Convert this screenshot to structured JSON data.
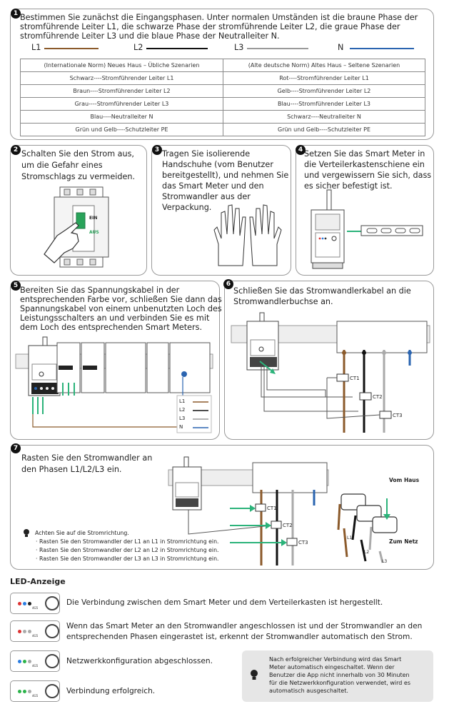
{
  "step1": {
    "number": "1",
    "text_lines": [
      "Bestimmen Sie zunächst die Eingangsphasen. Unter normalen Umständen ist die braune Phase der",
      "stromführende Leiter L1, die schwarze Phase der stromführende Leiter L2, die graue Phase der",
      "stromführende Leiter L3 und die blaue Phase der Neutralleiter N."
    ],
    "legend": [
      {
        "label": "L1",
        "color": "#8B5A2B"
      },
      {
        "label": "L2",
        "color": "#111111"
      },
      {
        "label": "L3",
        "color": "#9a9a9a"
      },
      {
        "label": "N",
        "color": "#2a64b0"
      }
    ],
    "table": {
      "headers": [
        "(Internationale Norm) Neues Haus – Übliche Szenarien",
        "(Alte deutsche Norm) Altes Haus – Seltene Szenarien"
      ],
      "rows": [
        [
          "Schwarz----Stromführender Leiter L1",
          "Rot----Stromführender Leiter L1"
        ],
        [
          "Braun----Stromführender Leiter L2",
          "Gelb----Stromführender Leiter L2"
        ],
        [
          "Grau----Stromführender Leiter L3",
          "Blau----Stromführender Leiter L3"
        ],
        [
          "Blau----Neutralleiter N",
          "Schwarz----Neutralleiter N"
        ],
        [
          "Grün und Gelb----Schutzleiter PE",
          "Grün und Gelb----Schutzleiter PE"
        ]
      ]
    }
  },
  "step2": {
    "number": "2",
    "text_lines": [
      "Schalten Sie den Strom aus,",
      "um die Gefahr eines",
      "Stromschlags zu vermeiden."
    ],
    "switch_on": "EIN",
    "switch_off": "AUS"
  },
  "step3": {
    "number": "3",
    "text_lines": [
      "Tragen Sie isolierende",
      "Handschuhe (vom Benutzer",
      "bereitgestellt), und nehmen Sie",
      "das Smart Meter und den",
      "Stromwandler aus der",
      "Verpackung."
    ]
  },
  "step4": {
    "number": "4",
    "text_lines": [
      "Setzen Sie das Smart Meter in",
      "die Verteilerkastenschiene ein",
      "und vergewissern Sie sich, dass",
      "es sicher befestigt ist."
    ]
  },
  "step5": {
    "number": "5",
    "text_lines": [
      "Bereiten Sie das Spannungskabel in der",
      "entsprechenden Farbe vor, schließen Sie dann das",
      "Spannungskabel von einem unbenutzten Loch des",
      "Leistungsschalters an und verbinden Sie es mit",
      "dem Loch des entsprechenden Smart Meters."
    ],
    "legend": [
      "L1",
      "L2",
      "L3",
      "N"
    ]
  },
  "step6": {
    "number": "6",
    "text_lines": [
      "Schließen Sie das Stromwandlerkabel an die",
      "Stromwandlerbuchse an."
    ],
    "ct_labels": [
      "CT1",
      "CT2",
      "CT3"
    ]
  },
  "step7": {
    "number": "7",
    "text_lines": [
      "Rasten Sie den Stromwandler an",
      "den Phasen L1/L2/L3 ein."
    ],
    "ct_labels": [
      "CT1",
      "CT2",
      "CT3"
    ],
    "vom_haus": "Vom Haus",
    "zum_netz": "Zum Netz",
    "phase_labels": [
      "L1",
      "L2",
      "L3"
    ],
    "tips": [
      "Achten Sie auf die Stromrichtung.",
      "· Rasten Sie den Stromwandler der L1 an L1 in Stromrichtung ein.",
      "· Rasten Sie den Stromwandler der L2 an L2 in Stromrichtung ein.",
      "· Rasten Sie den Stromwandler der L3 an L3 in Stromrichtung ein."
    ]
  },
  "led": {
    "title": "LED-Anzeige",
    "box_label": "4G5",
    "items": [
      {
        "lines": [
          "Die Verbindung zwischen dem Smart Meter und dem Verteilerkasten ist hergestellt."
        ],
        "dots": [
          "#d33",
          "#2a7de1",
          "#222"
        ]
      },
      {
        "lines": [
          "Wenn das Smart Meter an den Stromwandler angeschlossen ist und der Stromwandler an den",
          "entsprechenden Phasen eingerastet ist, erkennt der Stromwandler automatisch den Strom."
        ],
        "dots": [
          "#d33",
          "#aaa",
          "#aaa"
        ]
      },
      {
        "lines": [
          "Netzwerkkonfiguration abgeschlossen."
        ],
        "dots": [
          "#2a7de1",
          "#2bb34a",
          "#aaa"
        ]
      },
      {
        "lines": [
          "Verbindung erfolgreich."
        ],
        "dots": [
          "#2bb34a",
          "#2bb34a",
          "#aaa"
        ]
      }
    ],
    "note_lines": [
      "Nach erfolgreicher Verbindung wird das Smart",
      "Meter automatisch eingeschaltet. Wenn der",
      "Benutzer die App nicht innerhalb von 30 Minuten",
      "für die Netzwerkkonfiguration verwendet, wird es",
      "automatisch ausgeschaltet."
    ]
  }
}
